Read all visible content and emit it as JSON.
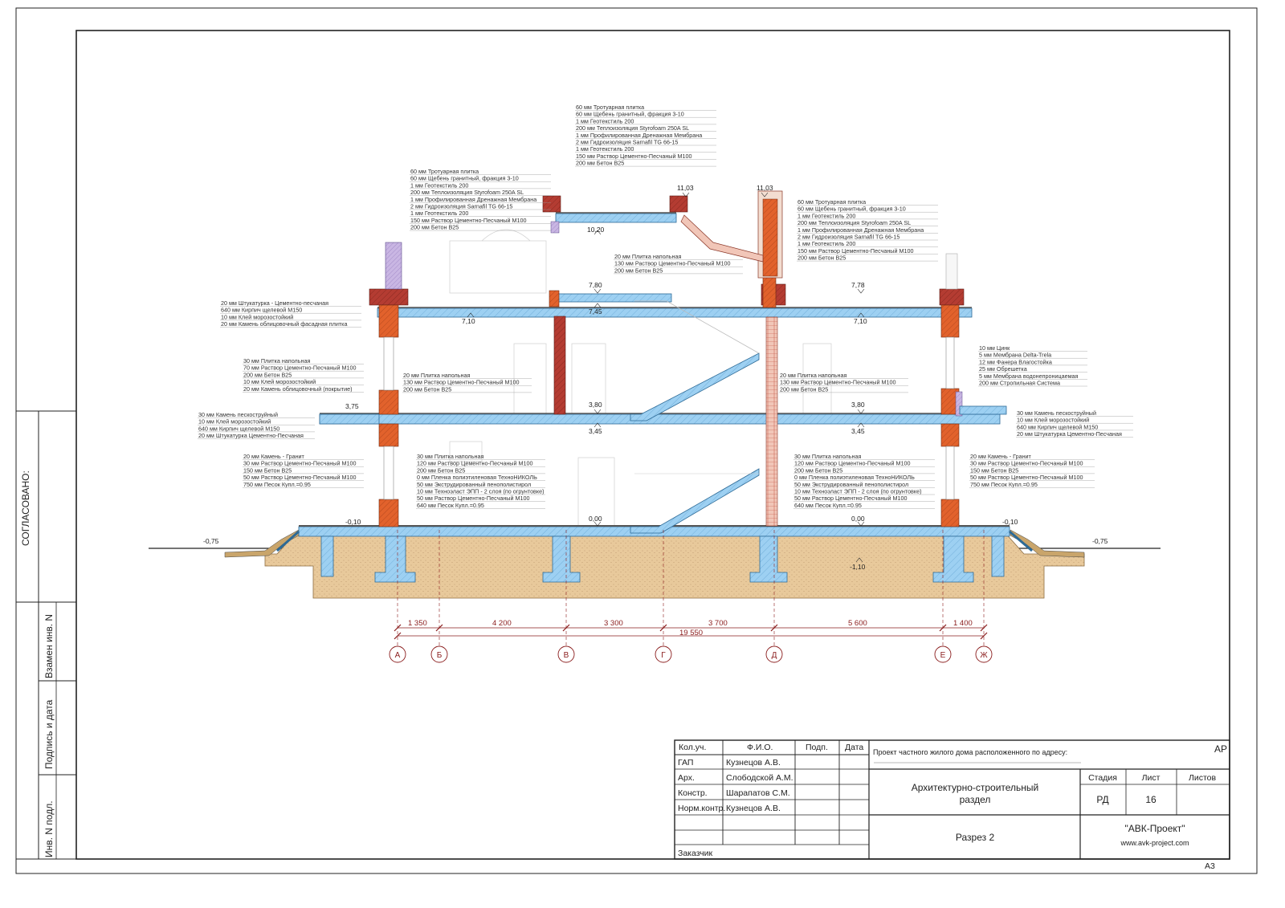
{
  "side_stamp": {
    "agreed": "СОГЛАСОВАНО:",
    "replace_inv": "Взамен инв. N",
    "sign_date": "Подпись и дата",
    "inv_orig": "Инв. N подл."
  },
  "elevations": {
    "roof_top_left": "11,03",
    "roof_top_right": "11,03",
    "upper_terrace": "10,20",
    "attic_left": "7,80",
    "attic_right": "7,78",
    "attic_below": "7,45",
    "second_ceiling_left": "7,10",
    "second_ceiling_right": "7,10",
    "porch_top": "3,75",
    "first_ceil_left_top": "3,80",
    "first_ceil_left_bottom": "3,45",
    "first_ceil_right_top": "3,80",
    "first_ceil_right_bottom": "3,45",
    "ground_left": "0,00",
    "ground_right": "0,00",
    "step_left": "-0,10",
    "step_right": "-0,10",
    "grade_left": "-0,75",
    "grade_right": "-0,75",
    "basement": "-1,10"
  },
  "layers": {
    "roof_top": [
      "60 мм  Тротуарная плитка",
      "60 мм  Щебень гранитный, фракция 3-10",
      "1 мм  Геотекстиль 200",
      "200 мм  Теплоизоляция Styrofoam 250A SL",
      "1 мм  Профилированная Дренажная Мембрана",
      "2 мм  Гидроизоляция Sarnafil TG 66-15",
      "1 мм  Геотекстиль 200",
      "150 мм  Раствор Цементно-Песчаный М100",
      "200 мм  Бетон В25"
    ],
    "roof_left": [
      "60 мм  Тротуарная плитка",
      "60 мм  Щебень гранитный, фракция 3-10",
      "1 мм  Геотекстиль 200",
      "200 мм  Теплоизоляция Styrofoam 250A SL",
      "1 мм  Профилированная Дренажная Мембрана",
      "2 мм  Гидроизоляция Sarnafil TG 66-15",
      "1 мм  Геотекстиль 200",
      "150 мм  Раствор Цементно-Песчаный М100",
      "200 мм  Бетон В25"
    ],
    "roof_right": [
      "60 мм  Тротуарная плитка",
      "60 мм  Щебень гранитный, фракция 3-10",
      "1 мм  Геотекстиль 200",
      "200 мм  Теплоизоляция Styrofoam 250A SL",
      "1 мм  Профилированная Дренажная Мембрана",
      "2 мм  Гидроизоляция Sarnafil TG 66-15",
      "1 мм  Геотекстиль 200",
      "150 мм  Раствор Цементно-Песчаный М100",
      "200 мм  Бетон В25"
    ],
    "attic_floor": [
      "20 мм  Плитка напольная",
      "130 мм  Раствор Цементно-Песчаный М100",
      "200 мм  Бетон В25"
    ],
    "wall_left": [
      "20 мм  Штукатурка - Цементно-песчаная",
      "640 мм  Кирпич щелевой М150",
      "10 мм  Клей морозостойкий",
      "20 мм  Камень облицовочный фасадная плитка"
    ],
    "porch_left": [
      "30 мм  Плитка напольная",
      "70 мм  Раствор Цементно-Песчаный М100",
      "200 мм  Бетон В25",
      "10 мм  Клей морозостойкий",
      "20 мм  Камень облицовочный (покрытие)"
    ],
    "floor2_left": [
      "20 мм  Плитка напольная",
      "130 мм  Раствор Цементно-Песчаный М100",
      "200 мм  Бетон В25"
    ],
    "floor2_right": [
      "20 мм  Плитка напольная",
      "130 мм  Раствор Цементно-Песчаный М100",
      "200 мм  Бетон В25"
    ],
    "plinth_left": [
      "30 мм  Камень пескоструйный",
      "10 мм  Клей морозостойкий",
      "640 мм  Кирпич щелевой М150",
      "20 мм  Штукатурка Цементно-Песчаная"
    ],
    "plinth_right": [
      "30 мм  Камень пескоструйный",
      "10 мм  Клей морозостойкий",
      "640 мм  Кирпич щелевой М150",
      "20 мм  Штукатурка Цементно-Песчаная"
    ],
    "roof_slope": [
      "10 мм  Цинк",
      "5 мм  Мембрана Delta-Trela",
      "12 мм  Фанера Влагостойка",
      "25 мм  Обрешетка",
      "5 мм  Мембрана водонепроницаемая",
      "200 мм  Стропильная Система"
    ],
    "stair_left": [
      "20 мм  Камень - Гранит",
      "30 мм  Раствор Цементно-Песчаный М100",
      "150 мм  Бетон В25",
      "50 мм  Раствор Цементно-Песчаный М100",
      "750 мм  Песок Купл.=0.95"
    ],
    "stair_right": [
      "20 мм  Камень - Гранит",
      "30 мм  Раствор Цементно-Песчаный М100",
      "150 мм  Бетон В25",
      "50 мм  Раствор Цементно-Песчаный М100",
      "750 мм  Песок Купл.=0.95"
    ],
    "ground_left": [
      "30 мм  Плитка напольная",
      "120 мм  Раствор Цементно-Песчаный М100",
      "200 мм  Бетон В25",
      "0 мм  Пленка полиэтиленовая ТехноНИКОЛЬ",
      "50 мм  Экструдированный пенополистирол",
      "10 мм  Техноэласт ЭПП - 2 слоя (по огрунтовке)",
      "50 мм  Раствор Цементно-Песчаный М100",
      "640 мм  Песок Купл.=0.95"
    ],
    "ground_right": [
      "30 мм  Плитка напольная",
      "120 мм  Раствор Цементно-Песчаный М100",
      "200 мм  Бетон В25",
      "0 мм  Пленка полиэтиленовая ТехноНИКОЛЬ",
      "50 мм  Экструдированный пенополистирол",
      "10 мм  Техноэласт ЭПП - 2 слоя (по огрунтовке)",
      "50 мм  Раствор Цементно-Песчаный М100",
      "640 мм  Песок Купл.=0.95"
    ]
  },
  "dimensions": {
    "spans": [
      "1 350",
      "4 200",
      "3 300",
      "3 700",
      "5 600",
      "1 400"
    ],
    "total": "19 550"
  },
  "axes": [
    "А",
    "Б",
    "В",
    "Г",
    "Д",
    "Е",
    "Ж"
  ],
  "title_block": {
    "h_kol": "Кол.уч.",
    "h_fio": "Ф.И.О.",
    "h_sign": "Подп.",
    "h_date": "Дата",
    "rows": [
      {
        "role": "ГАП",
        "name": "Кузнецов А.В."
      },
      {
        "role": "Арх.",
        "name": "Слободской А.М."
      },
      {
        "role": "Констр.",
        "name": "Шарапатов С.М."
      },
      {
        "role": "Норм.контр.",
        "name": "Кузнецов А.В."
      }
    ],
    "customer": "Заказчик",
    "project": "Проект частного жилого дома расположенного по адресу:",
    "code": "АР",
    "section_line1": "Архитектурно-строительный",
    "section_line2": "раздел",
    "stage_h": "Стадия",
    "sheet_h": "Лист",
    "sheets_h": "Листов",
    "stage": "РД",
    "sheet": "16",
    "sheets": "",
    "drawing": "Разрез 2",
    "company": "\"АВК-Проект\"",
    "website": "www.avk-project.com",
    "format": "А3"
  },
  "colors": {
    "concrete_blue": "#9dd0f2",
    "brick_orange": "#e2622c",
    "brick_red": "#b43c32",
    "sand": "#e8c99b",
    "dim_red": "#8a1c1c",
    "plaster_violet": "#b9a3d8"
  }
}
